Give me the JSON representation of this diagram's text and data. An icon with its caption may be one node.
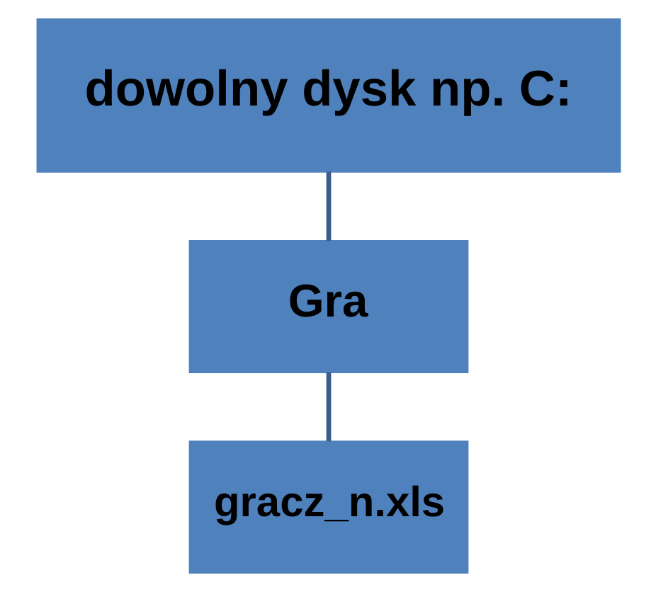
{
  "diagram": {
    "nodes": [
      {
        "text": [
          "dowolny dysk np. C:"
        ]
      },
      {
        "text": [
          "Gra"
        ]
      },
      {
        "text": [
          "gracz_n.xls"
        ]
      }
    ],
    "edges": [
      {
        "from": 0,
        "to": 1,
        "arrow": "none"
      },
      {
        "from": 1,
        "to": 2,
        "arrow": "none"
      }
    ]
  }
}
